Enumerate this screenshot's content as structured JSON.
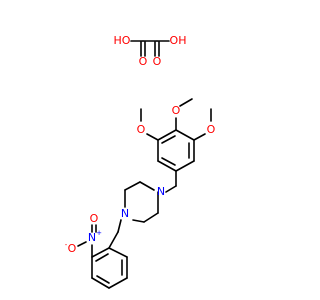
{
  "labels": {
    "oxalic_ho_left": "HO",
    "oxalic_oh_right": "OH",
    "oxalic_o_left": "O",
    "oxalic_o_right": "O",
    "methoxy_o_top": "O",
    "methoxy_o_left": "O",
    "methoxy_o_right": "O",
    "piperazine_n_top": "N",
    "piperazine_n_bottom": "N",
    "nitro_n": "N",
    "nitro_o_top": "O",
    "nitro_o_left": "O",
    "nitro_n_charge": "+",
    "nitro_o_charge": "-"
  },
  "colors": {
    "carbon": "#000000",
    "oxygen": "#ff0000",
    "nitrogen": "#0000ff",
    "background": "#ffffff"
  }
}
